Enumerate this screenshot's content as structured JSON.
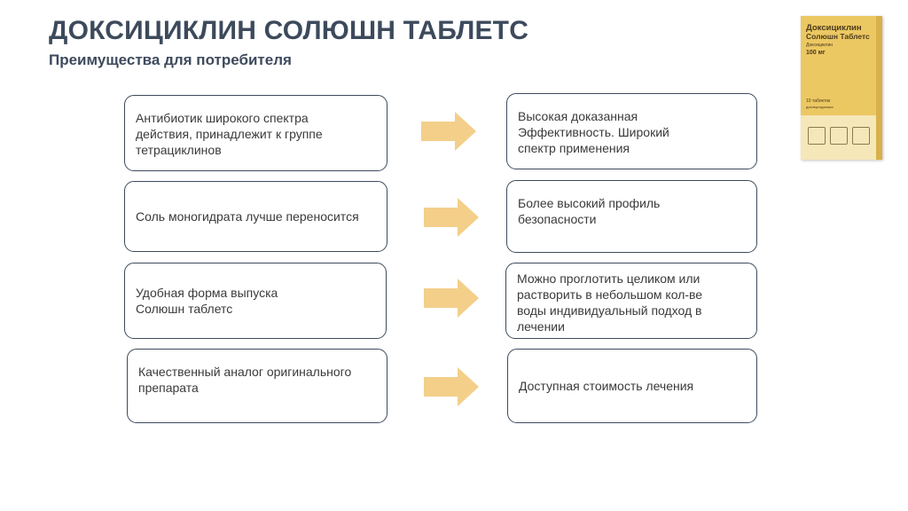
{
  "header": {
    "title": "ДОКСИЦИКЛИН СОЛЮШН ТАБЛЕТС",
    "subtitle": "Преимущества для потребителя"
  },
  "rows": [
    {
      "left": "Антибиотик широкого спектра\nдействия, принадлежит к группе\nтетрациклинов",
      "right": "Высокая доказанная\nЭффективность. Широкий\nспектр применения"
    },
    {
      "left": "Соль моногидрата лучше переносится",
      "right": "Более высокий профиль\nбезопасности"
    },
    {
      "left": "Удобная форма выпуска\nСолюшн таблетс",
      "right": "Можно проглотить целиком или\nрастворить в небольшом  кол-ве\nводы индивидуальный подход в\nлечении"
    },
    {
      "left": "Качественный аналог оригинального\nпрепарата",
      "right": "Доступная стоимость лечения"
    }
  ],
  "package": {
    "name": "Доксициклин",
    "subname": "Солюшн Таблетс",
    "inn": "Доксициклин",
    "dose": "100 мг",
    "count": "10 таблеток",
    "form": "диспергируемых"
  },
  "colors": {
    "text": "#3d4a5c",
    "arrow": "#f3cf8a",
    "package": "#ecc863"
  }
}
